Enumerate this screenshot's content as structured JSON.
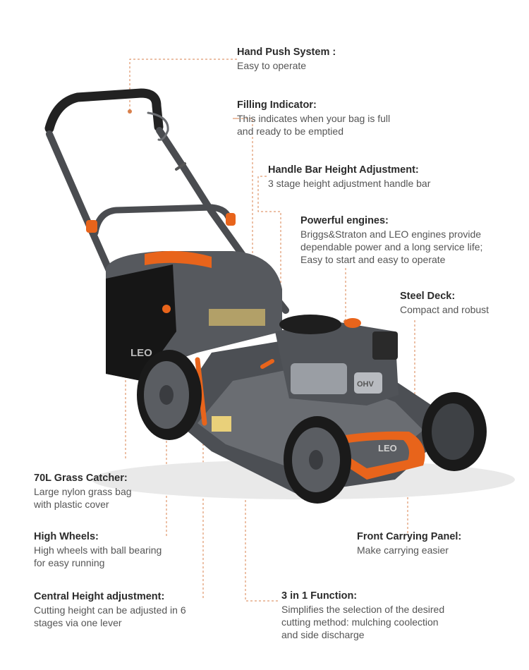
{
  "colors": {
    "accent": "#e8641b",
    "leader": "#d9804c",
    "body_gray": "#5b5e63",
    "dark_gray": "#3d3f43"
  },
  "callouts": [
    {
      "id": "hand-push",
      "title": "Hand Push System :",
      "desc": "Easy to operate"
    },
    {
      "id": "filling",
      "title": "Filling Indicator:",
      "desc": "This indicates when your bag is full\nand ready to be emptied"
    },
    {
      "id": "handle-bar",
      "title": "Handle Bar  Height Adjustment:",
      "desc": "3 stage height adjustment handle bar"
    },
    {
      "id": "engines",
      "title": "Powerful engines:",
      "desc": "Briggs&Straton and LEO engines provide\ndependable power and a long service life;\nEasy to start and easy to operate"
    },
    {
      "id": "steel-deck",
      "title": "Steel Deck:",
      "desc": "Compact and robust"
    },
    {
      "id": "grass-catcher",
      "title": "70L Grass Catcher:",
      "desc": "Large nylon grass bag\nwith plastic cover"
    },
    {
      "id": "high-wheels",
      "title": "High Wheels:",
      "desc": "High wheels with ball bearing\nfor easy running"
    },
    {
      "id": "central-height",
      "title": "Central Height adjustment:",
      "desc": "Cutting height can be adjusted in 6\nstages via one lever"
    },
    {
      "id": "front-carrying",
      "title": "Front Carrying Panel:",
      "desc": "Make carrying easier"
    },
    {
      "id": "three-in-one",
      "title": "3 in 1 Function:",
      "desc": "Simplifies the selection of the desired\ncutting method: mulching coolection\nand side discharge"
    }
  ],
  "product": {
    "brand_logo": "LEO",
    "engine_label": "OHV"
  }
}
